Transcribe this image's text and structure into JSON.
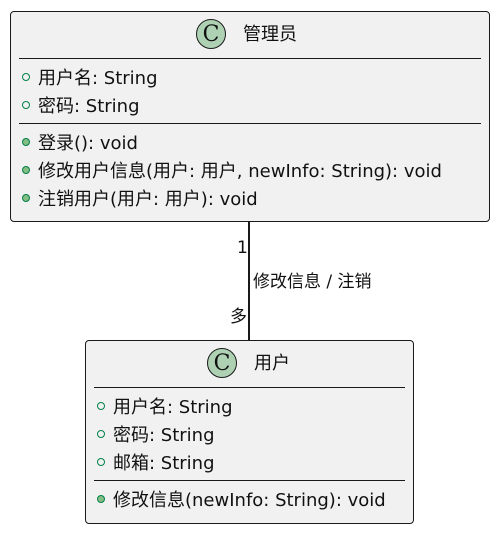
{
  "admin_class": {
    "stereotype_letter": "C",
    "name": "管理员",
    "attributes": [
      "用户名: String",
      "密码: String"
    ],
    "methods": [
      "登录(): void",
      "修改用户信息(用户: 用户, newInfo: String): void",
      "注销用户(用户: 用户): void"
    ]
  },
  "user_class": {
    "stereotype_letter": "C",
    "name": "用户",
    "attributes": [
      "用户名: String",
      "密码: String",
      "邮箱: String"
    ],
    "methods": [
      "修改信息(newInfo: String): void"
    ]
  },
  "association": {
    "source_multiplicity": "1",
    "label": "修改信息 / 注销",
    "target_multiplicity": "多"
  },
  "colors": {
    "class_fill": "#f1f1f1",
    "class_icon": "#add1b2",
    "public_marker_stroke": "#038048",
    "public_method_fill": "#84be84"
  }
}
